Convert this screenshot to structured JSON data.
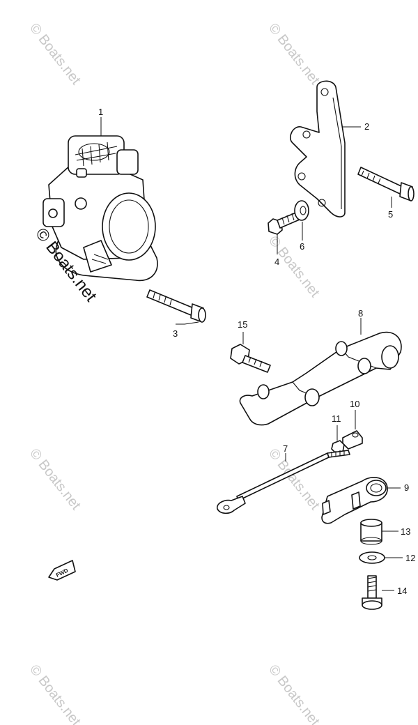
{
  "watermark": "© Boats.net",
  "fwd_label": "FWD",
  "callouts": [
    "1",
    "2",
    "3",
    "4",
    "5",
    "6",
    "7",
    "8",
    "9",
    "10",
    "11",
    "12",
    "13",
    "14",
    "15"
  ]
}
